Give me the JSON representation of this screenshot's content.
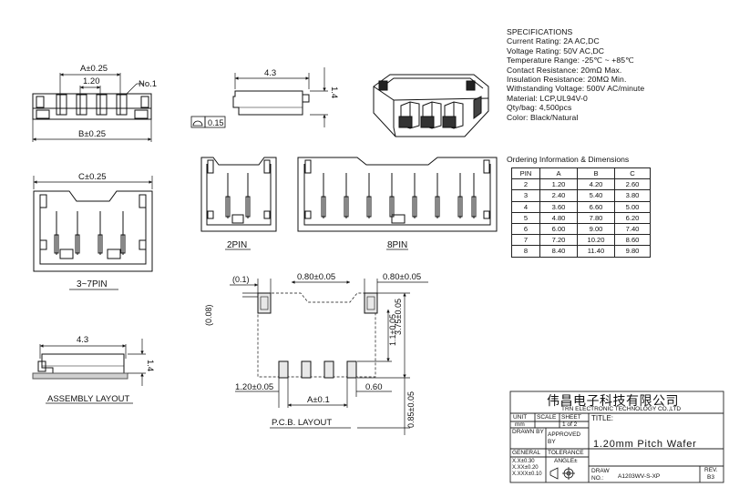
{
  "specs": {
    "heading": "SPECIFICATIONS",
    "lines": [
      "Current Rating: 2A AC,DC",
      "Voltage Rating: 50V AC,DC",
      "Temperature Range: -25℃ ~ +85℃",
      "Contact Resistance: 20mΩ Max.",
      "Insulation Resistance: 20MΩ Min.",
      "Withstanding Voltage: 500V AC/minute",
      "Material: LCP,UL94V-0",
      "Qty/bag: 4,500pcs",
      "Color: Black/Natural"
    ]
  },
  "ordering": {
    "title": "Ordering Information & Dimensions",
    "headers": [
      "PIN",
      "A",
      "B",
      "C"
    ],
    "rows": [
      [
        "2",
        "1.20",
        "4.20",
        "2.60"
      ],
      [
        "3",
        "2.40",
        "5.40",
        "3.80"
      ],
      [
        "4",
        "3.60",
        "6.60",
        "5.00"
      ],
      [
        "5",
        "4.80",
        "7.80",
        "6.20"
      ],
      [
        "6",
        "6.00",
        "9.00",
        "7.40"
      ],
      [
        "7",
        "7.20",
        "10.20",
        "8.60"
      ],
      [
        "8",
        "8.40",
        "11.40",
        "9.80"
      ]
    ]
  },
  "drawing": {
    "front_view": {
      "dim_a": "A±0.25",
      "dim_pitch": "1.20",
      "dim_b": "B±0.25",
      "no1": "No.1"
    },
    "side_view": {
      "width": "4.3",
      "height": "1.4",
      "flatness": "0.15"
    },
    "top_view": {
      "dim_c": "C±0.25",
      "caption": "3~7PIN"
    },
    "two_pin_caption": "2PIN",
    "eight_pin_caption": "8PIN",
    "assembly": {
      "width": "4.3",
      "height": "1.4",
      "caption": "ASSEMBLY LAYOUT"
    },
    "pcb": {
      "d_01": "(0.1)",
      "d_08a": "0.80±0.05",
      "d_08b": "0.80±0.05",
      "d_008": "(0.08)",
      "d_375": "3.75±0.05",
      "d_11": "1.1±0.05",
      "d_120": "1.20±0.05",
      "d_a": "A±0.1",
      "d_060": "0.60",
      "d_085": "0.85±0.05",
      "caption": "P.C.B. LAYOUT"
    }
  },
  "title_block": {
    "company_cn": "伟昌电子科技有限公司",
    "company_en": "TRN  ELECTRONIC  TECHNOLOGY  CO.,LTD",
    "unit_label": "UNIT",
    "scale_label": "SCALE",
    "sheet_label": "SHEET",
    "title_label": "TITLE:",
    "unit_value": "mm",
    "sheet_value": "1  of  2",
    "drawn_by": "DRAWN BY",
    "approved_by": "APPROVED BY",
    "title_value": "1.20mm  Pitch  Wafer",
    "general": "GENERAL",
    "tolerance": "TOLERANCE",
    "tol_1": "X.X±0.30",
    "tol_2": "X.XX±0.20",
    "tol_3": "X.XXX±0.10",
    "angle": "ANGLE±",
    "draw_no_label": "DRAW NO.:",
    "draw_no": "A1203WV-S-XP",
    "rev_label": "REV.",
    "rev_value": "B3"
  }
}
